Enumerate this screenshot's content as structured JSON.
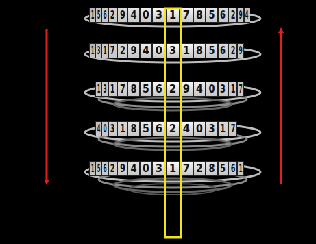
{
  "diagram": {
    "labels": [
      "1",
      "5",
      "6",
      "2",
      "9",
      "4",
      "0",
      "3",
      "1",
      "7",
      "8",
      "5",
      "6",
      "2",
      "9",
      "4",
      "1",
      "3",
      "1",
      "7",
      "2",
      "9",
      "4",
      "0",
      "3",
      "1",
      "8",
      "5",
      "6",
      "2",
      "9",
      "1",
      "3",
      "1",
      "7",
      "8",
      "5",
      "6",
      "2",
      "9",
      "4",
      "0",
      "3",
      "1",
      "7",
      "4",
      "0",
      "3",
      "1",
      "8",
      "5",
      "6",
      "2",
      "4",
      "0",
      "3",
      "1",
      "7",
      "1",
      "5",
      "6",
      "2",
      "9",
      "4",
      "0",
      "3",
      "1",
      "7",
      "2",
      "8",
      "5",
      "6",
      "1"
    ]
  }
}
